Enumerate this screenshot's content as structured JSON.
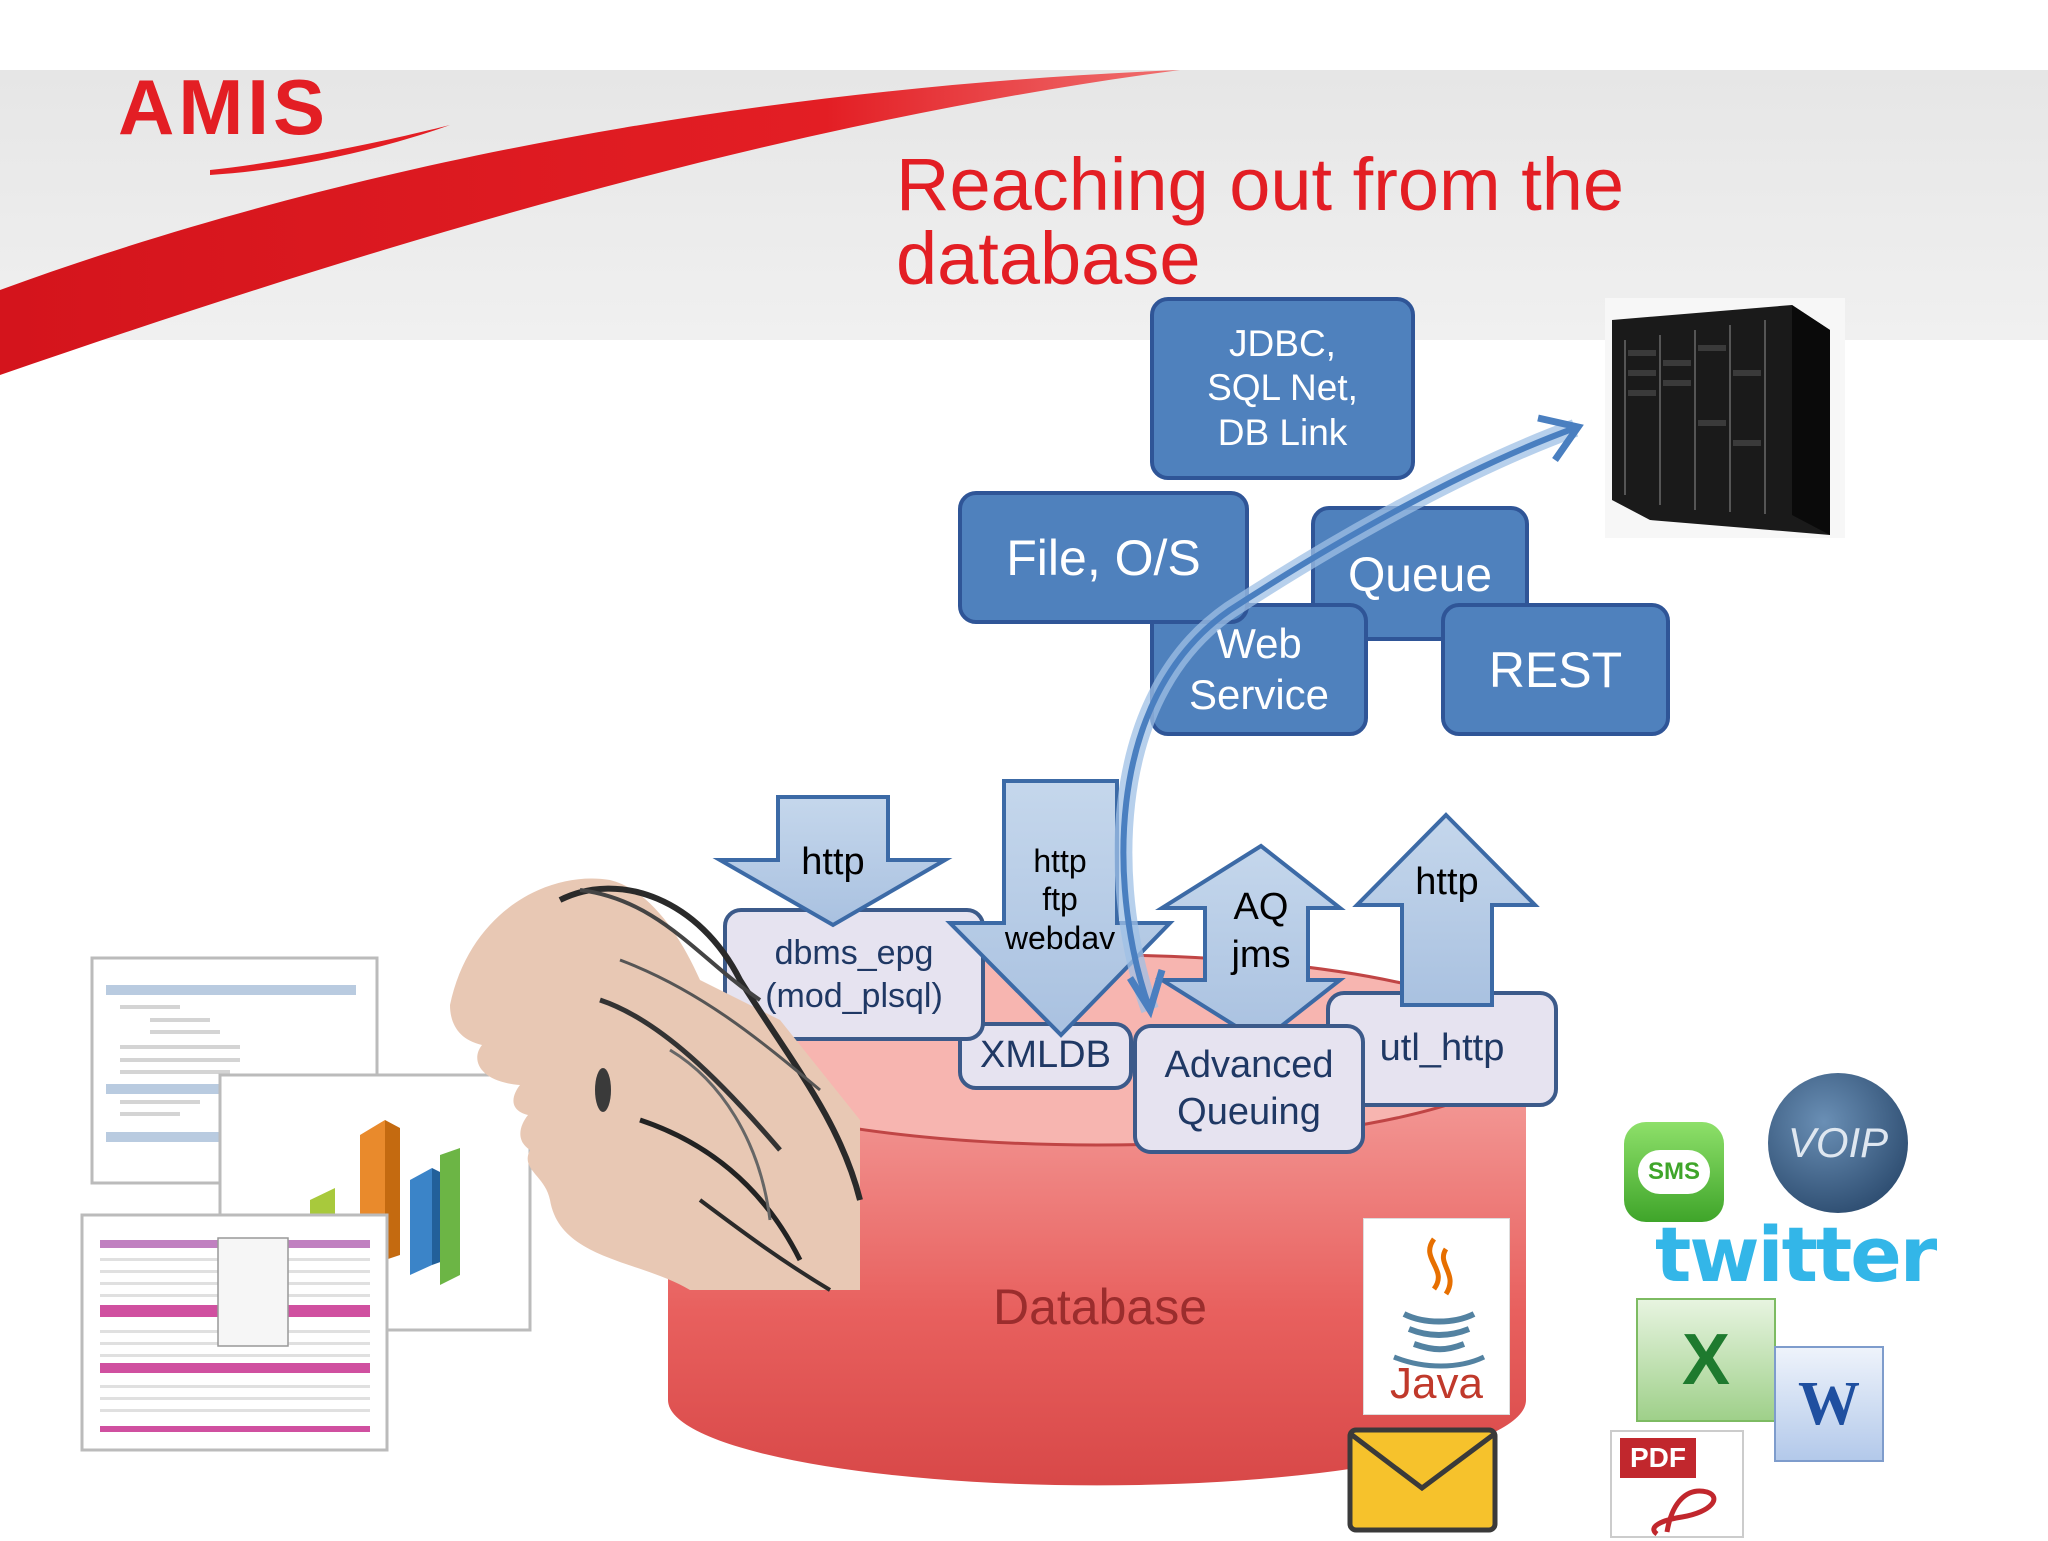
{
  "slide": {
    "logo_text": "AMIS",
    "title_line1": "Reaching out from the",
    "title_line2": "database"
  },
  "targets": {
    "jdbc": [
      "JDBC,",
      "SQL Net,",
      "DB Link"
    ],
    "file_os": "File, O/S",
    "queue": "Queue",
    "web_service": [
      "Web",
      "Service"
    ],
    "rest": "REST"
  },
  "arrows": {
    "http_down": "http",
    "http_ftp_webdav": [
      "http",
      "ftp",
      "webdav"
    ],
    "aq_jms": [
      "AQ",
      "jms"
    ],
    "http_up": "http"
  },
  "db_components": {
    "dbms_epg": [
      "dbms_epg",
      "(mod_plsql)"
    ],
    "xmldb": "XMLDB",
    "advanced_queuing": [
      "Advanced",
      "Queuing"
    ],
    "utl_http": "utl_http"
  },
  "database_label": "Database",
  "icons": {
    "java_text": "Java",
    "sms_text": "SMS",
    "voip_text": "VOIP",
    "twitter_text": "twitter",
    "excel_text": "X",
    "word_text": "W",
    "pdf_text": "PDF"
  },
  "colors": {
    "accent_red": "#e31e24",
    "box_blue": "#4f81bd",
    "box_border": "#2f5597",
    "arrow_fill": "#b8cce4",
    "component_fill": "#e6e3f0",
    "database_red": "#e05a5a"
  }
}
